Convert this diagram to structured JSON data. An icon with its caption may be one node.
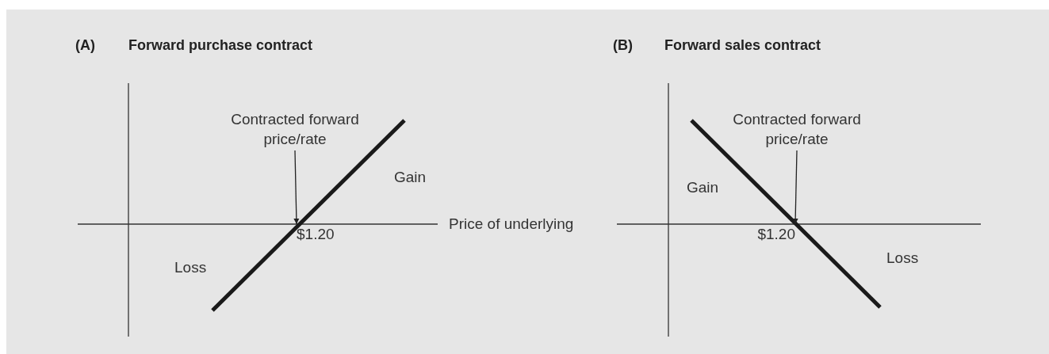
{
  "diagram": {
    "nodes": [
      {
        "text": [
          "Contracted forward price/rate"
        ]
      },
      {
        "text": [
          "Contracted forward price/rate"
        ]
      },
      {
        "text": [
          "$1.20"
        ]
      },
      {
        "text": [
          "$1.20"
        ]
      }
    ],
    "edges": [
      {
        "from": 0,
        "to": 2,
        "arrow": "to"
      },
      {
        "from": 1,
        "to": 3,
        "arrow": "to"
      }
    ],
    "labels": [
      "(A)",
      "Forward purchase contract",
      "(B)",
      "Forward sales contract",
      "Gain",
      "Gain",
      "Price of underlying",
      "Loss",
      "Loss"
    ]
  }
}
